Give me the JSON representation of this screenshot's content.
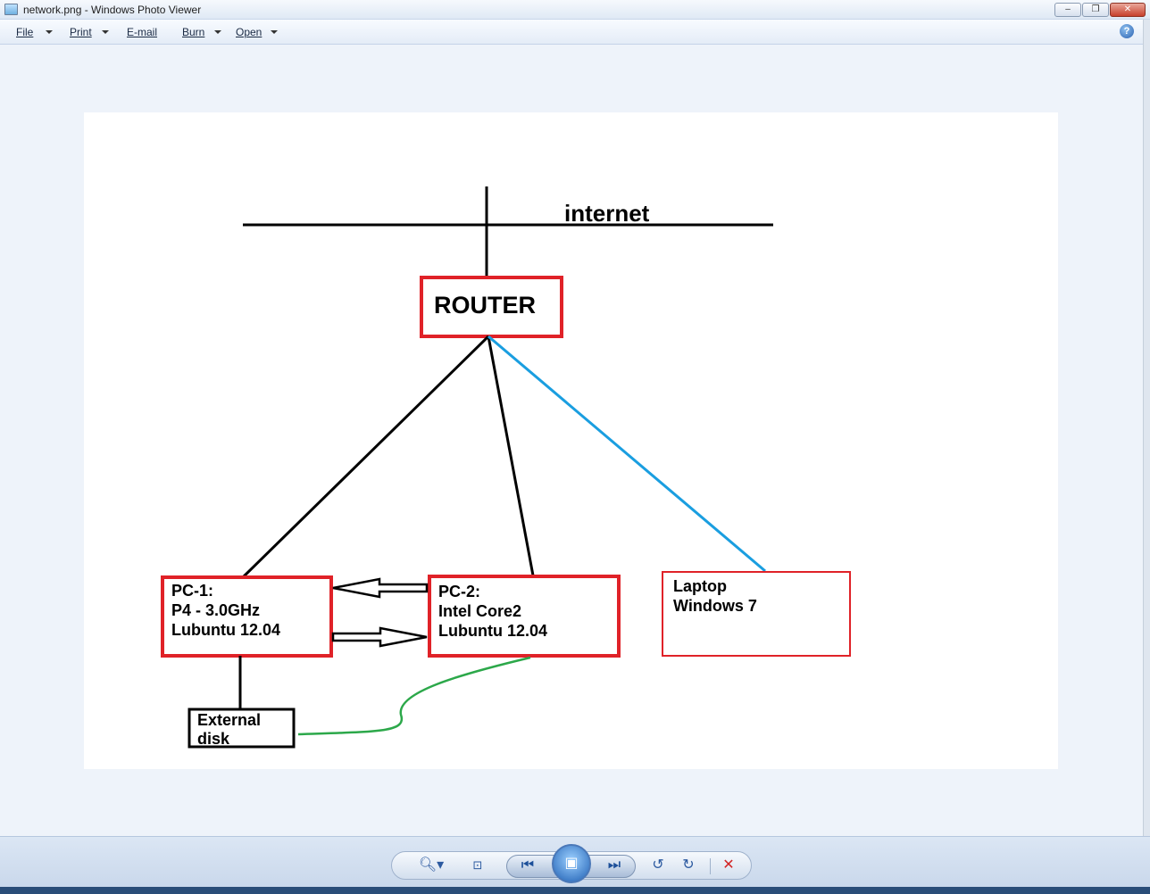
{
  "window": {
    "title": "network.png - Windows Photo Viewer",
    "minimize_label": "–",
    "maximize_label": "❐",
    "close_label": "✕"
  },
  "menu": {
    "file": "File",
    "print": "Print",
    "email": "E-mail",
    "burn": "Burn",
    "open": "Open",
    "help": "?"
  },
  "diagram": {
    "internet": "internet",
    "router": "ROUTER",
    "pc1": {
      "line1": "PC-1:",
      "line2": "P4 - 3.0GHz",
      "line3": "Lubuntu 12.04"
    },
    "pc2": {
      "line1": "PC-2:",
      "line2": "Intel Core2",
      "line3": "Lubuntu 12.04"
    },
    "laptop": {
      "line1": "Laptop",
      "line2": "Windows 7"
    },
    "disk": {
      "line1": "External",
      "line2": "disk"
    },
    "colors": {
      "box_border": "#e02228",
      "wired_link": "#000000",
      "wireless_link": "#1a9ee0",
      "usb_link": "#2ca84a"
    }
  },
  "controls": {
    "zoom_icon": "magnifier-icon",
    "fit_icon": "actual-size-icon",
    "previous_icon": "previous-icon",
    "slideshow_icon": "slideshow-icon",
    "next_icon": "next-icon",
    "rotate_ccw_icon": "rotate-counterclockwise-icon",
    "rotate_cw_icon": "rotate-clockwise-icon",
    "delete_icon": "delete-icon"
  }
}
